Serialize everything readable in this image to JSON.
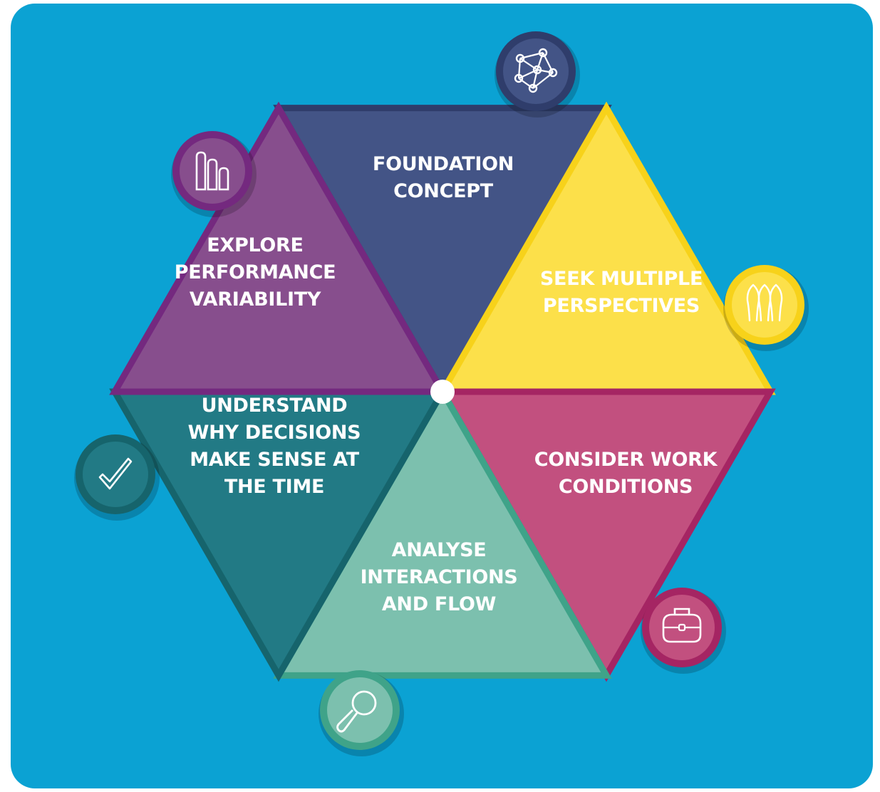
{
  "wheel": {
    "background": "#0ba2d3",
    "center_dot": "#ffffff",
    "segments": [
      {
        "id": "foundation",
        "lines": [
          "FOUNDATION",
          "CONCEPT"
        ],
        "fill": "#435486",
        "border": "#2f3d6b",
        "icon": "network-icon"
      },
      {
        "id": "perspectives",
        "lines": [
          "SEEK MULTIPLE",
          "PERSPECTIVES"
        ],
        "fill": "#fce04a",
        "border": "#f7d21a",
        "icon": "people-icon"
      },
      {
        "id": "work-conditions",
        "lines": [
          "CONSIDER WORK",
          "CONDITIONS"
        ],
        "fill": "#c2507f",
        "border": "#a52563",
        "icon": "toolbox-icon"
      },
      {
        "id": "interactions",
        "lines": [
          "ANALYSE",
          "INTERACTIONS",
          "AND FLOW"
        ],
        "fill": "#7cc0ae",
        "border": "#3fa389",
        "icon": "magnifier-icon"
      },
      {
        "id": "decisions",
        "lines": [
          "UNDERSTAND",
          "WHY DECISIONS",
          "MAKE SENSE AT",
          "THE TIME"
        ],
        "fill": "#227a85",
        "border": "#16646c",
        "icon": "checkmark-icon"
      },
      {
        "id": "variability",
        "lines": [
          "EXPLORE",
          "PERFORMANCE",
          "VARIABILITY"
        ],
        "fill": "#874e8d",
        "border": "#74297f",
        "icon": "bars-icon"
      }
    ]
  }
}
